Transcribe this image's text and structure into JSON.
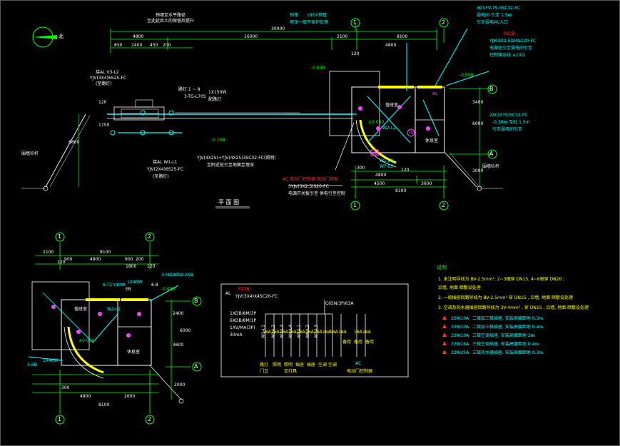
{
  "colors": {
    "bg": "#000000",
    "white": "#ffffff",
    "yellow": "#ffff00",
    "green": "#00ff00",
    "cyan": "#00ffff",
    "red": "#ff3030",
    "magenta": "#ff40ff"
  },
  "north": {
    "label": "北"
  },
  "top_plan": {
    "note_top": [
      "预埋至水平路径",
      "至此延后土的保留后提升"
    ],
    "label_upper": [
      "预埋",
      "1Φ50钢管",
      "埋深一般不保护处理"
    ],
    "dims_total": "30000",
    "dims_a": "4800",
    "dims_b": "16000",
    "dims_c": "2100",
    "dims_d": "8100",
    "dims_e": "4800",
    "dims_small": [
      "850",
      "2400",
      "450",
      "200",
      "120"
    ],
    "lamp_tag": [
      "路灯 1 ~ 8",
      "3-TG-L70S",
      "1X150W",
      "配路灯"
    ],
    "feeder_left_top": [
      "接AL V3-L2",
      "YJV(3X4)6S25-FC",
      "(至路灯)"
    ],
    "feeder_left_bottom": [
      "接AL W1-L1",
      "YJV(2X4)6S25-FC",
      "(至路灯)"
    ],
    "cable_mid": [
      "YJV(4X25)+YJV(4X25)3SC32-FC(照明)",
      "至附近处引至地面至埋深"
    ],
    "level_mid": "-0.150",
    "level_top": "-0.030",
    "level_right": "-0.050",
    "level_room": "±0.000",
    "ac_note": [
      "AC 电动门控制器 电动门用板",
      "3YJV(3X2.5)S20-FC",
      "电源开关板引至 供电引至控制"
    ],
    "plan_title": "平 面 图",
    "fence_left": "围墙栏杆",
    "fence_right": "围墙栏杆",
    "room_names": [
      "值班室",
      "休息室"
    ],
    "vertical_dims": [
      "120",
      "1750",
      "6800"
    ],
    "right_vertical": [
      "3400",
      "6000",
      "3000"
    ],
    "bottom_dims": [
      "300",
      "4800",
      "120",
      "4500",
      "3600",
      "8100"
    ],
    "cable_right_top": [
      "3DVFV-75-5SC32-FC",
      "弱电间-引至 1.5m",
      "引至弱电井/入口"
    ],
    "cable_right_mid": [
      "P23B",
      "YJV(3X2.5)X4SC20-FC",
      "电源处引至弱电间引至",
      "控制箱出线 ≤10Ω"
    ],
    "cable_right_low": [
      "2X(3X75)SC32-FC",
      "-0.30m 至处 1.5m",
      "引至弱电间引至"
    ],
    "room_tags": [
      "PB",
      "TV",
      "AL",
      "W2-L2",
      "W1-L3",
      "W7-L3"
    ]
  },
  "axes": {
    "one": "1",
    "two": "2",
    "A": "A",
    "B": "B"
  },
  "detail_plan": {
    "dims": [
      "2100",
      "8100",
      "120",
      "900",
      "4800",
      "900",
      "200",
      "1800",
      "120"
    ],
    "vertical": [
      "2400",
      "3600",
      "6000"
    ],
    "bottom": [
      "300",
      "4800",
      "2600",
      "8100",
      "2000"
    ],
    "room_names": [
      "值班室",
      "休息室"
    ],
    "tags": [
      "6-T2-Y40W",
      "1X40W",
      "3-MDA050-XSB",
      "EB",
      "W2-L2",
      "±0.000",
      "-0.030",
      "1X40W",
      "5-EB",
      "6.8"
    ],
    "level": "-0.030"
  },
  "schematic": {
    "panel": "P23B",
    "panel_id": "AL",
    "incoming": "YJV(3X4)X4SC20-FC",
    "breaker": "C65N/3P/63A",
    "left_specs": [
      "1XDB/8M/3P",
      "6XDB/8M/1P",
      "1XV/MA(3P)",
      "30mA"
    ],
    "circuits": [
      "W1-L1",
      "W2-L2",
      "W3-L3",
      "W4-L4",
      "W5-L1",
      "W6-L2",
      "W7-L3"
    ],
    "ratings": [
      "16A",
      "16A",
      "16A",
      "16A",
      "16A",
      "16A",
      "16A",
      "16A",
      "16A",
      "16A",
      "16A",
      "16A"
    ],
    "bottom_labels": [
      "路灯",
      "照明",
      "照明",
      "插座",
      "插座",
      "空调",
      "空调",
      "备用",
      "备用",
      "备用"
    ],
    "extra": [
      "门卫",
      "至灯具",
      "电动门控制器",
      "AC"
    ]
  },
  "notes": {
    "title": "说明",
    "items": [
      "1. 未注明导线为 BV-2.5mm², 2~3根穿 DN15, 4~6根穿 DN20 ;",
      "    沿墙, 地面 暗敷设处理",
      "2. 一般插座回路导线为 BV-2.5mm² 穿 DN15 , 沿墙, 地面 暗敷设处理",
      "3. 空调及热水器插座回路导线为 3V-4mm² , 穿 DN15 , 沿墙, 地面 暗敷设处理"
    ],
    "legend": [
      {
        "sym": "▲",
        "rating": "220/10A",
        "text": "二极加三极插座, 安装高度距地 0.3m"
      },
      {
        "sym": "▲",
        "rating": "220/10A",
        "text": "二极加三极插座, 安装高度距地 0.4m"
      },
      {
        "sym": "▲",
        "rating": "220/10A",
        "text": "三极空调插座, 安装高度距地 2m"
      },
      {
        "sym": "▲",
        "rating": "220/16A",
        "text": "三极空调插座, 安装高度距地 0.4m"
      },
      {
        "sym": "▲",
        "rating": "220/25A",
        "text": "三极热水器插座, 安装高度距地 0.3m"
      }
    ]
  }
}
